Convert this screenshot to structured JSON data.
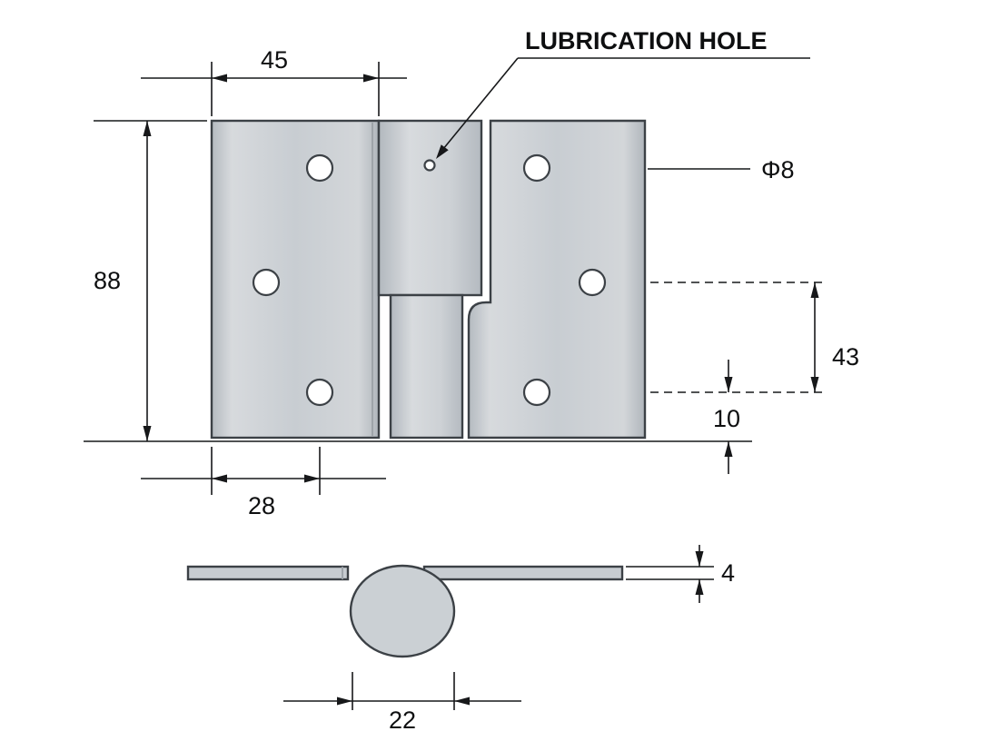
{
  "drawing": {
    "subject": "hinge technical drawing",
    "views": [
      "front view",
      "bottom view"
    ]
  },
  "labels": {
    "lubrication_hole": "LUBRICATION HOLE"
  },
  "dimensions": {
    "leaf_width": "45",
    "hinge_height": "88",
    "hole_edge_offset": "28",
    "hole_diameter": "Φ8",
    "upper_hole_height": "43",
    "lower_hole_height": "10",
    "leaf_thickness": "4",
    "knuckle_diameter": "22"
  },
  "colors": {
    "background": "#ffffff",
    "part_fill": "#c9ced3",
    "part_outline": "#3c4146",
    "dimension_line": "#17181a"
  }
}
